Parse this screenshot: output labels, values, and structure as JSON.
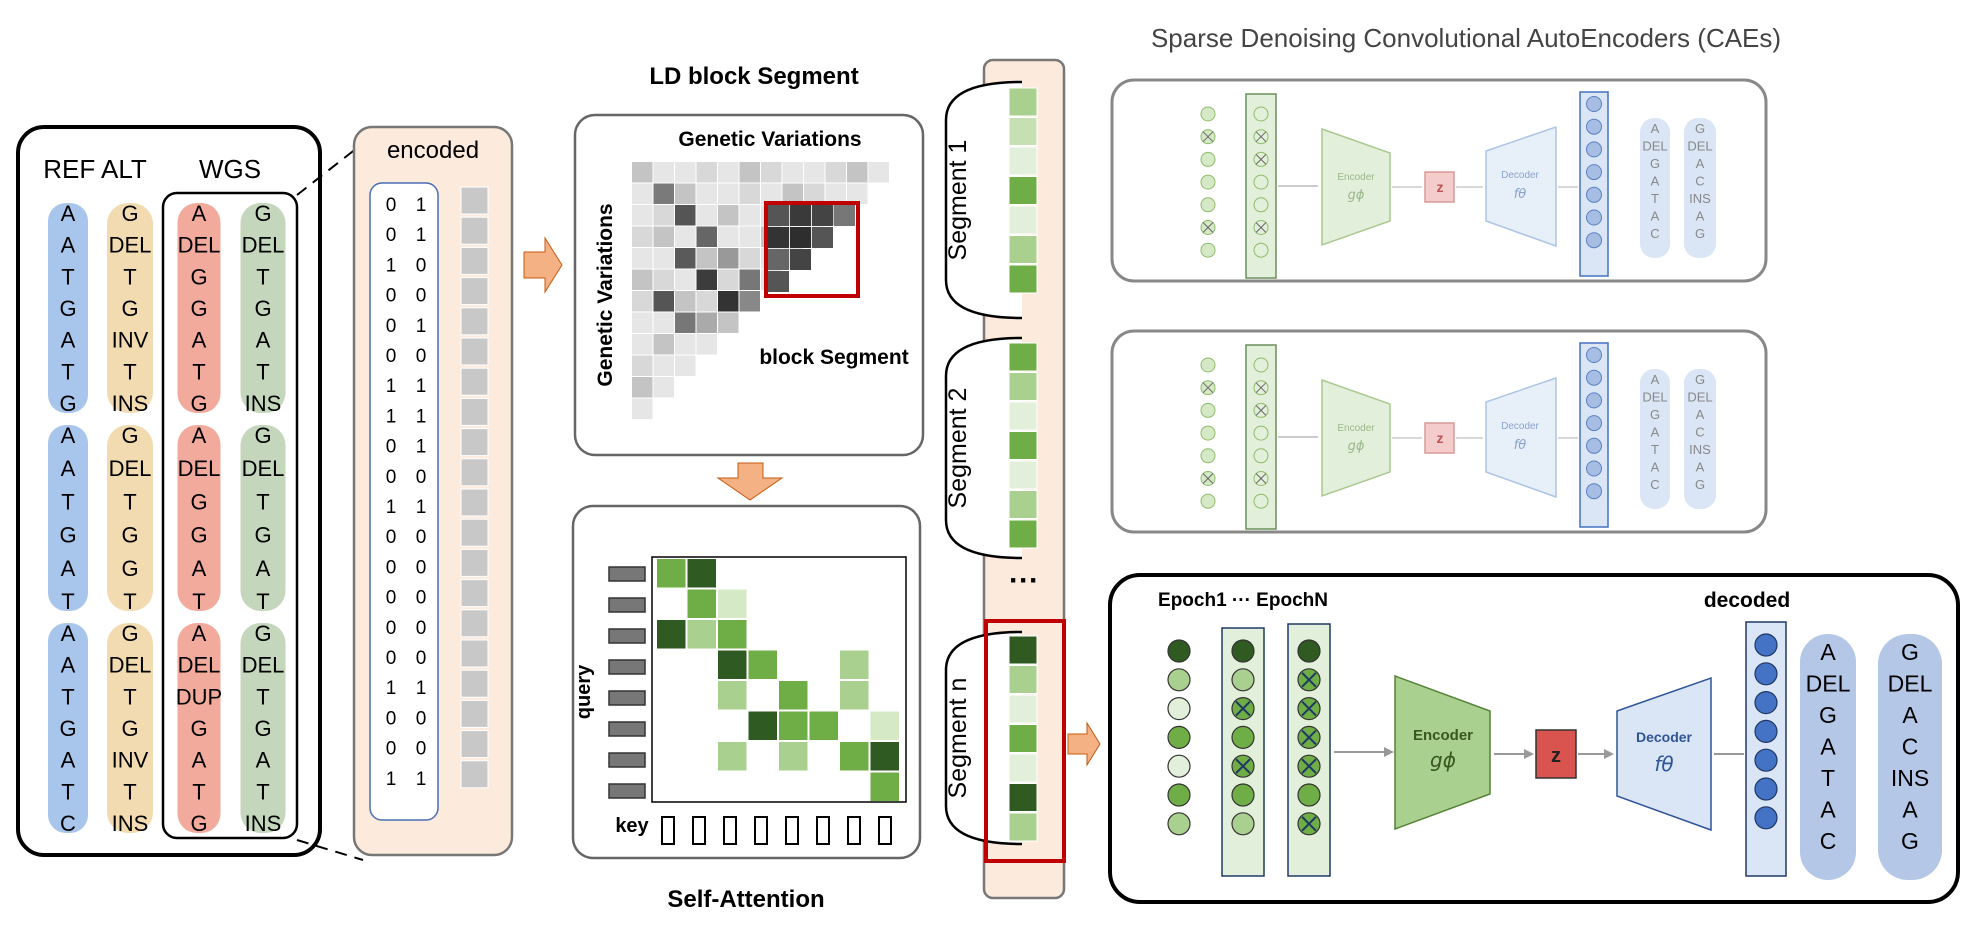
{
  "genotype_panel": {
    "header_ref_alt": "REF ALT",
    "header_wgs": "WGS",
    "groups": [
      {
        "ref": [
          "A",
          "A",
          "T",
          "G",
          "A",
          "T",
          "G"
        ],
        "alt": [
          "G",
          "DEL",
          "T",
          "G",
          "INV",
          "T",
          "INS"
        ],
        "wgs1": [
          "A",
          "DEL",
          "G",
          "G",
          "A",
          "T",
          "G"
        ],
        "wgs2": [
          "G",
          "DEL",
          "T",
          "G",
          "A",
          "T",
          "INS"
        ]
      },
      {
        "ref": [
          "A",
          "A",
          "T",
          "G",
          "A",
          "T"
        ],
        "alt": [
          "G",
          "DEL",
          "T",
          "G",
          "G",
          "T"
        ],
        "wgs1": [
          "A",
          "DEL",
          "G",
          "G",
          "A",
          "T"
        ],
        "wgs2": [
          "G",
          "DEL",
          "T",
          "G",
          "A",
          "T"
        ]
      },
      {
        "ref": [
          "A",
          "A",
          "T",
          "G",
          "A",
          "T",
          "C"
        ],
        "alt": [
          "G",
          "DEL",
          "T",
          "G",
          "INV",
          "T",
          "INS"
        ],
        "wgs1": [
          "A",
          "DEL",
          "DUP",
          "G",
          "A",
          "T",
          "G"
        ],
        "wgs2": [
          "G",
          "DEL",
          "T",
          "G",
          "A",
          "T",
          "INS"
        ]
      }
    ]
  },
  "encoded_panel": {
    "title": "encoded",
    "bits": [
      [
        "0",
        "1"
      ],
      [
        "0",
        "1"
      ],
      [
        "1",
        "0"
      ],
      [
        "0",
        "0"
      ],
      [
        "0",
        "1"
      ],
      [
        "0",
        "0"
      ],
      [
        "1",
        "1"
      ],
      [
        "1",
        "1"
      ],
      [
        "0",
        "1"
      ],
      [
        "0",
        "0"
      ],
      [
        "1",
        "1"
      ],
      [
        "0",
        "0"
      ],
      [
        "0",
        "0"
      ],
      [
        "0",
        "0"
      ],
      [
        "0",
        "0"
      ],
      [
        "0",
        "0"
      ],
      [
        "1",
        "1"
      ],
      [
        "0",
        "0"
      ],
      [
        "0",
        "0"
      ],
      [
        "1",
        "1"
      ]
    ]
  },
  "ld_panel": {
    "title": "LD block Segment",
    "top_label": "Genetic Variations",
    "side_label": "Genetic Variations",
    "block_label": "block Segment"
  },
  "attention_panel": {
    "title": "Self-Attention",
    "query_label": "query",
    "key_label": "key"
  },
  "segments": {
    "labels": [
      "Segment 1",
      "Segment 2",
      "Segment n"
    ],
    "ellipsis": "···"
  },
  "cae_panel": {
    "title": "Sparse Denoising Convolutional AutoEncoders (CAEs)",
    "encoder_label": "Encoder",
    "encoder_symbol": "gϕ",
    "z_label": "z",
    "decoder_label": "Decoder",
    "decoder_symbol": "fθ",
    "epoch_label": "Epoch1 ··· EpochN",
    "decoded_label": "decoded",
    "output_col1": [
      "A",
      "DEL",
      "G",
      "A",
      "T",
      "A",
      "C"
    ],
    "output_col2": [
      "G",
      "DEL",
      "A",
      "C",
      "INS",
      "A",
      "G"
    ]
  },
  "colors": {
    "ref_blue": "#a8c6ec",
    "alt_orange": "#f2dbb1",
    "wgs_red": "#f2aa9c",
    "wgs_green": "#c4d6bc",
    "encoded_bg": "#fcebdc",
    "arrow_orange": "#f4b183",
    "highlight_red": "#c00000",
    "dark_green": "#2f5a22",
    "mid_green": "#6fad47",
    "light_green": "#a9d08e",
    "decoder_blue": "#dae6f6",
    "encoder_green": "#a9d08e",
    "node_blue": "#4472c4",
    "z_red": "#d9534f"
  }
}
